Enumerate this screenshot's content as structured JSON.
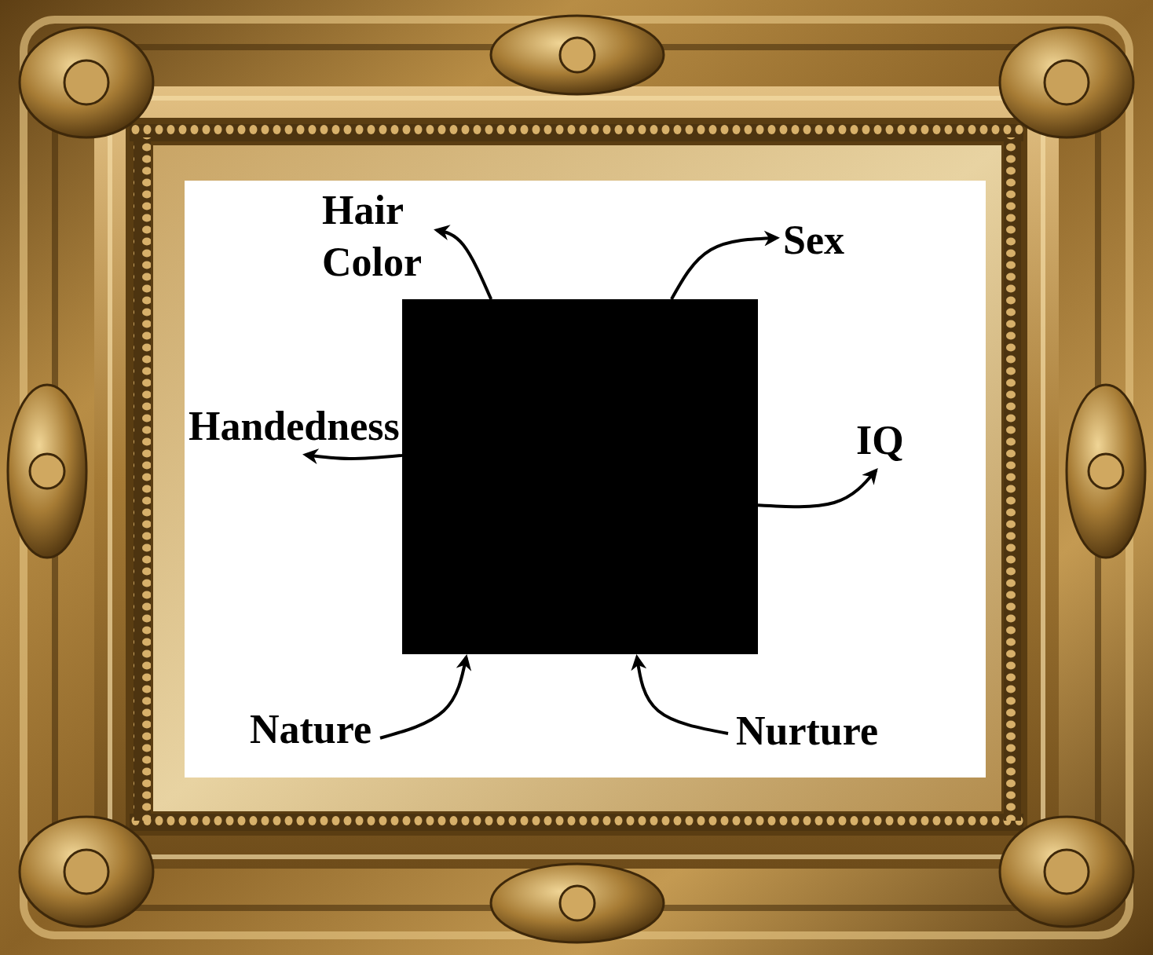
{
  "diagram": {
    "nodes": [
      {
        "text": []
      },
      {
        "text": [
          "Hair Color"
        ]
      },
      {
        "text": [
          "Sex"
        ]
      },
      {
        "text": [
          "Handedness"
        ]
      },
      {
        "text": [
          "IQ"
        ]
      },
      {
        "text": [
          "Nature"
        ]
      },
      {
        "text": [
          "Nurture"
        ]
      }
    ],
    "edges": [
      {
        "from": 0,
        "to": 1,
        "arrow": "to"
      },
      {
        "from": 0,
        "to": 2,
        "arrow": "to"
      },
      {
        "from": 0,
        "to": 3,
        "arrow": "to"
      },
      {
        "from": 0,
        "to": 4,
        "arrow": "to"
      },
      {
        "from": 5,
        "to": 0,
        "arrow": "to"
      },
      {
        "from": 6,
        "to": 0,
        "arrow": "to"
      }
    ]
  }
}
